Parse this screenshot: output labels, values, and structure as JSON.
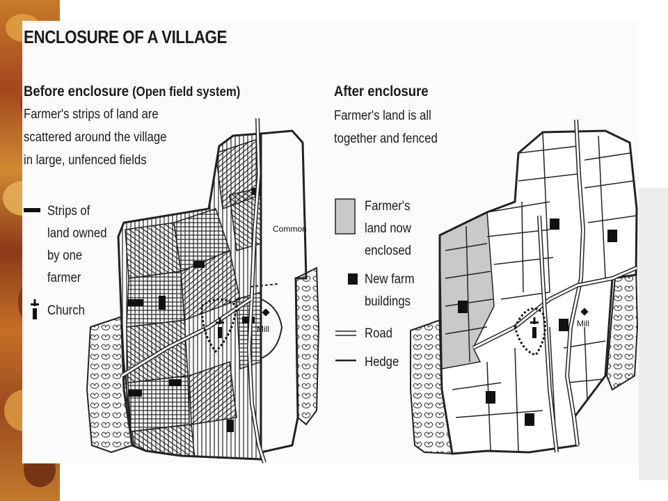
{
  "title": "ENCLOSURE OF A VILLAGE",
  "before": {
    "heading": "Before enclosure",
    "heading_paren": "(Open field system)",
    "description": [
      "Farmer's strips of land are",
      "scattered around the village",
      "in large, unfenced fields"
    ],
    "legend": {
      "strips": [
        "Strips of",
        "land owned",
        "by one",
        "farmer"
      ],
      "church": "Church"
    },
    "labels": {
      "common": "Common",
      "mill": "Mill"
    }
  },
  "after": {
    "heading": "After enclosure",
    "description": [
      "Farmer's land is all",
      "together and fenced"
    ],
    "legend": {
      "enclosed": [
        "Farmer's",
        "land now",
        "enclosed"
      ],
      "buildings": [
        "New farm",
        "buildings"
      ],
      "road": "Road",
      "hedge": "Hedge"
    },
    "labels": {
      "mill": "Mill"
    }
  },
  "colors": {
    "enclosed_fill": "#c9c9c9",
    "ink": "#1b1b1b",
    "deco_orange": "#c8792a"
  }
}
